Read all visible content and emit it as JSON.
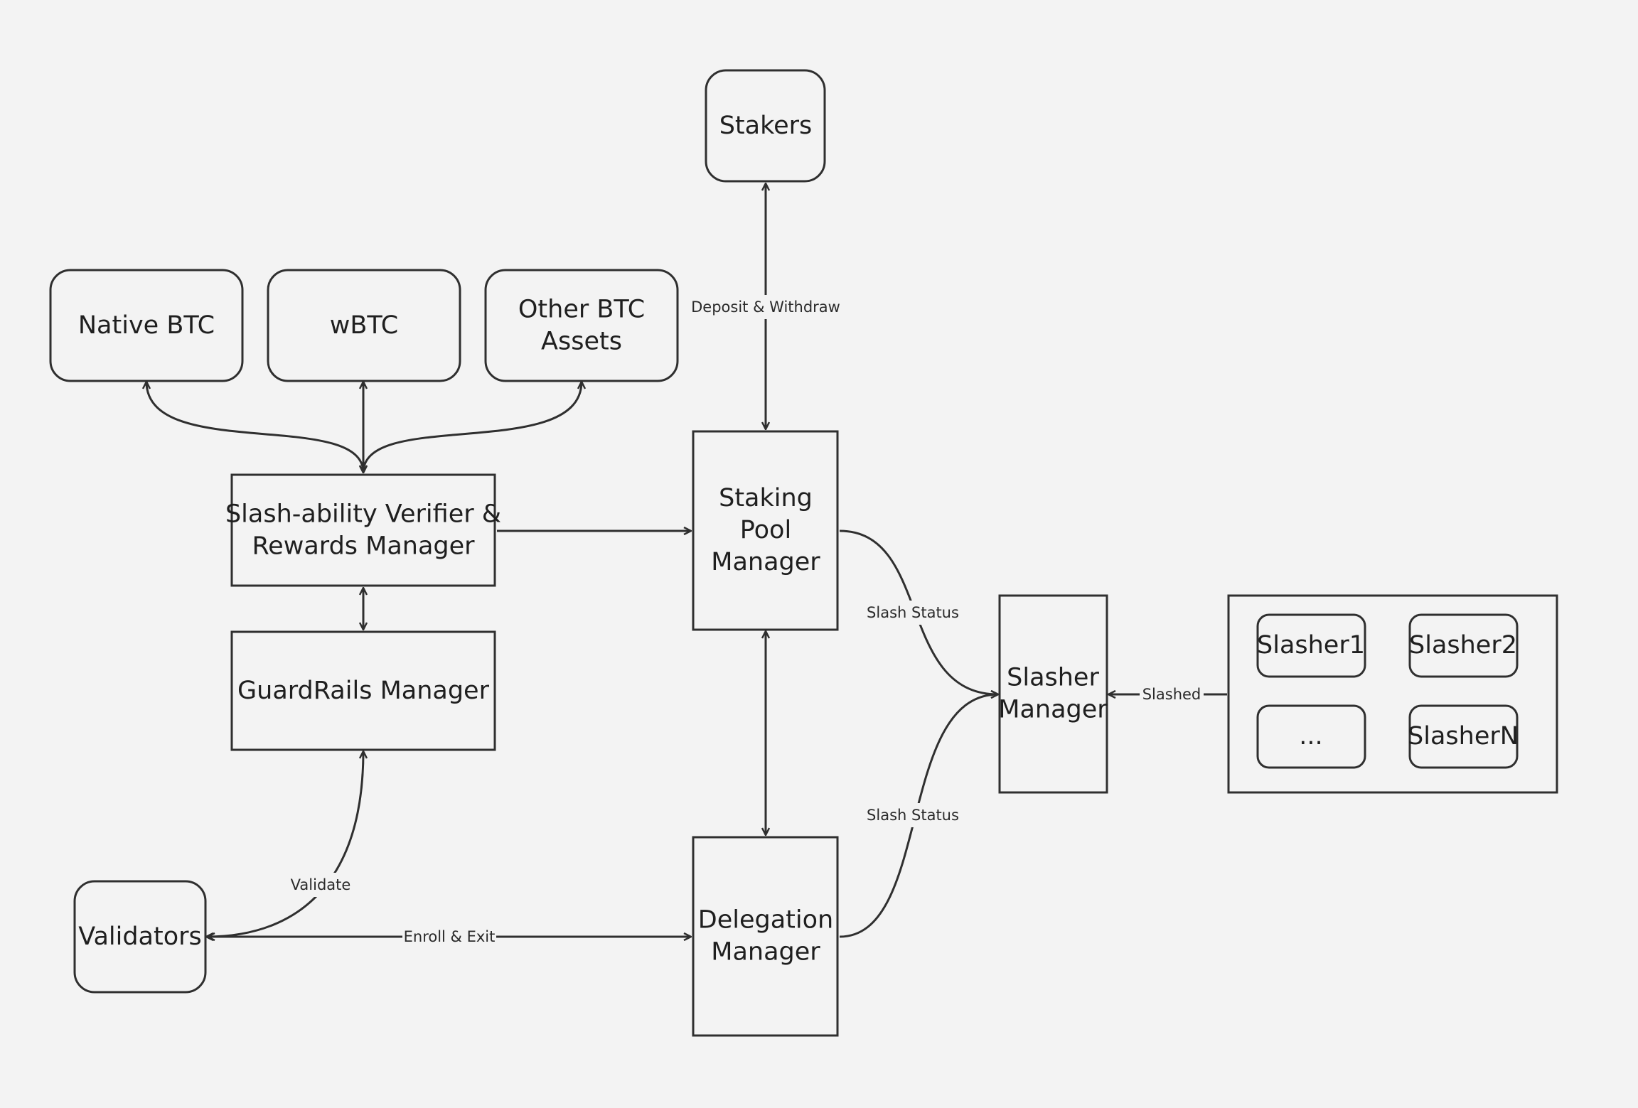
{
  "diagram": {
    "nodes": {
      "stakers": {
        "label": [
          "Stakers"
        ]
      },
      "native_btc": {
        "label": [
          "Native BTC"
        ]
      },
      "wbtc": {
        "label": [
          "wBTC"
        ]
      },
      "other_btc": {
        "label": [
          "Other BTC",
          "Assets"
        ]
      },
      "verifier": {
        "label": [
          "Slash-ability Verifier &",
          "Rewards Manager"
        ]
      },
      "guardrails": {
        "label": [
          "GuardRails Manager"
        ]
      },
      "staking_pool": {
        "label": [
          "Staking",
          "Pool",
          "Manager"
        ]
      },
      "slasher_manager": {
        "label": [
          "Slasher",
          "Manager"
        ]
      },
      "slasher1": {
        "label": [
          "Slasher1"
        ]
      },
      "slasher2": {
        "label": [
          "Slasher2"
        ]
      },
      "slasher_more": {
        "label": [
          "..."
        ]
      },
      "slashern": {
        "label": [
          "SlasherN"
        ]
      },
      "validators": {
        "label": [
          "Validators"
        ]
      },
      "delegation": {
        "label": [
          "Delegation",
          "Manager"
        ]
      }
    },
    "edges": {
      "deposit_withdraw": {
        "label": "Deposit & Withdraw"
      },
      "slash_status_pool": {
        "label": "Slash Status"
      },
      "slash_status_delegation": {
        "label": "Slash Status"
      },
      "slashed": {
        "label": "Slashed"
      },
      "validate": {
        "label": "Validate"
      },
      "enroll_exit": {
        "label": "Enroll & Exit"
      }
    }
  }
}
